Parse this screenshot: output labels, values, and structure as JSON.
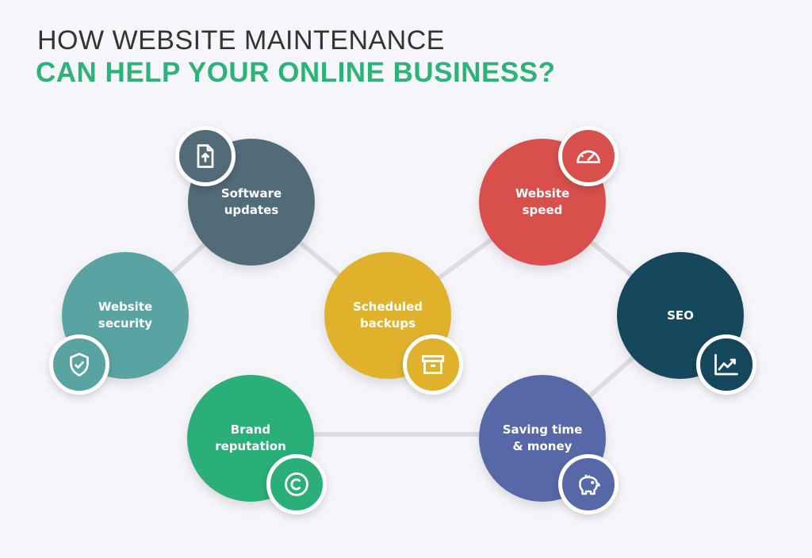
{
  "title": {
    "line1": "HOW WEBSITE MAINTENANCE",
    "line2": "CAN HELP YOUR ONLINE BUSINESS?"
  },
  "colors": {
    "title_green": "#2db37a",
    "software": "#516b78",
    "security": "#5aa3a3",
    "backups": "#e0b22c",
    "speed": "#d94f4c",
    "seo": "#15485c",
    "saving": "#5668a8",
    "brand": "#2aaf78",
    "connector": "#dcdce2"
  },
  "nodes": [
    {
      "label": "Software\nupdates",
      "icon": "file-upload-icon"
    },
    {
      "label": "Website\nsecurity",
      "icon": "shield-check-icon"
    },
    {
      "label": "Scheduled\nbackups",
      "icon": "archive-box-icon"
    },
    {
      "label": "Website\nspeed",
      "icon": "speedometer-icon"
    },
    {
      "label": "SEO",
      "icon": "trending-chart-icon"
    },
    {
      "label": "Saving time\n& money",
      "icon": "piggy-bank-icon"
    },
    {
      "label": "Brand\nreputation",
      "icon": "copyright-icon"
    }
  ]
}
